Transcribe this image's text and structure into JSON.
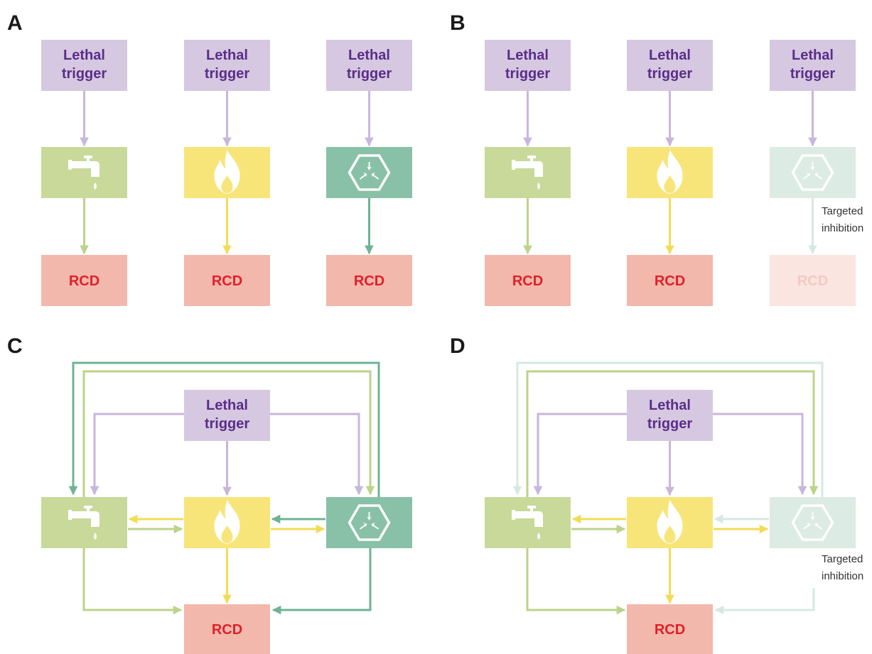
{
  "panels": {
    "a": {
      "letter": "A"
    },
    "b": {
      "letter": "B"
    },
    "c": {
      "letter": "C"
    },
    "d": {
      "letter": "D"
    }
  },
  "labels": {
    "trigger_line1": "Lethal",
    "trigger_line2": "trigger",
    "rcd": "RCD",
    "note_line1": "Targeted",
    "note_line2": "inhibition"
  },
  "colors": {
    "trigger_box": "#d6c8e0",
    "trigger_arrow": "#c9b6dc",
    "trigger_text": "#5a2d8a",
    "tap_box": "#c8d99a",
    "tap_arrow": "#bcd38a",
    "fire_box": "#f8e57a",
    "fire_arrow": "#f2dc57",
    "hex_box": "#88c1a7",
    "hex_arrow": "#6fb394",
    "hex_faded_box": "#dcebe4",
    "hex_faded_arrow": "#d6e9e0",
    "rcd_box": "#f2b8ab",
    "rcd_faded_box": "#fae5e0",
    "rcd_text": "#e0202a",
    "rcd_faded_text": "#f5c8c2"
  },
  "icons": {
    "tap": "water-tap-icon",
    "fire": "flame-icon",
    "hex": "hexagon-compression-icon"
  }
}
